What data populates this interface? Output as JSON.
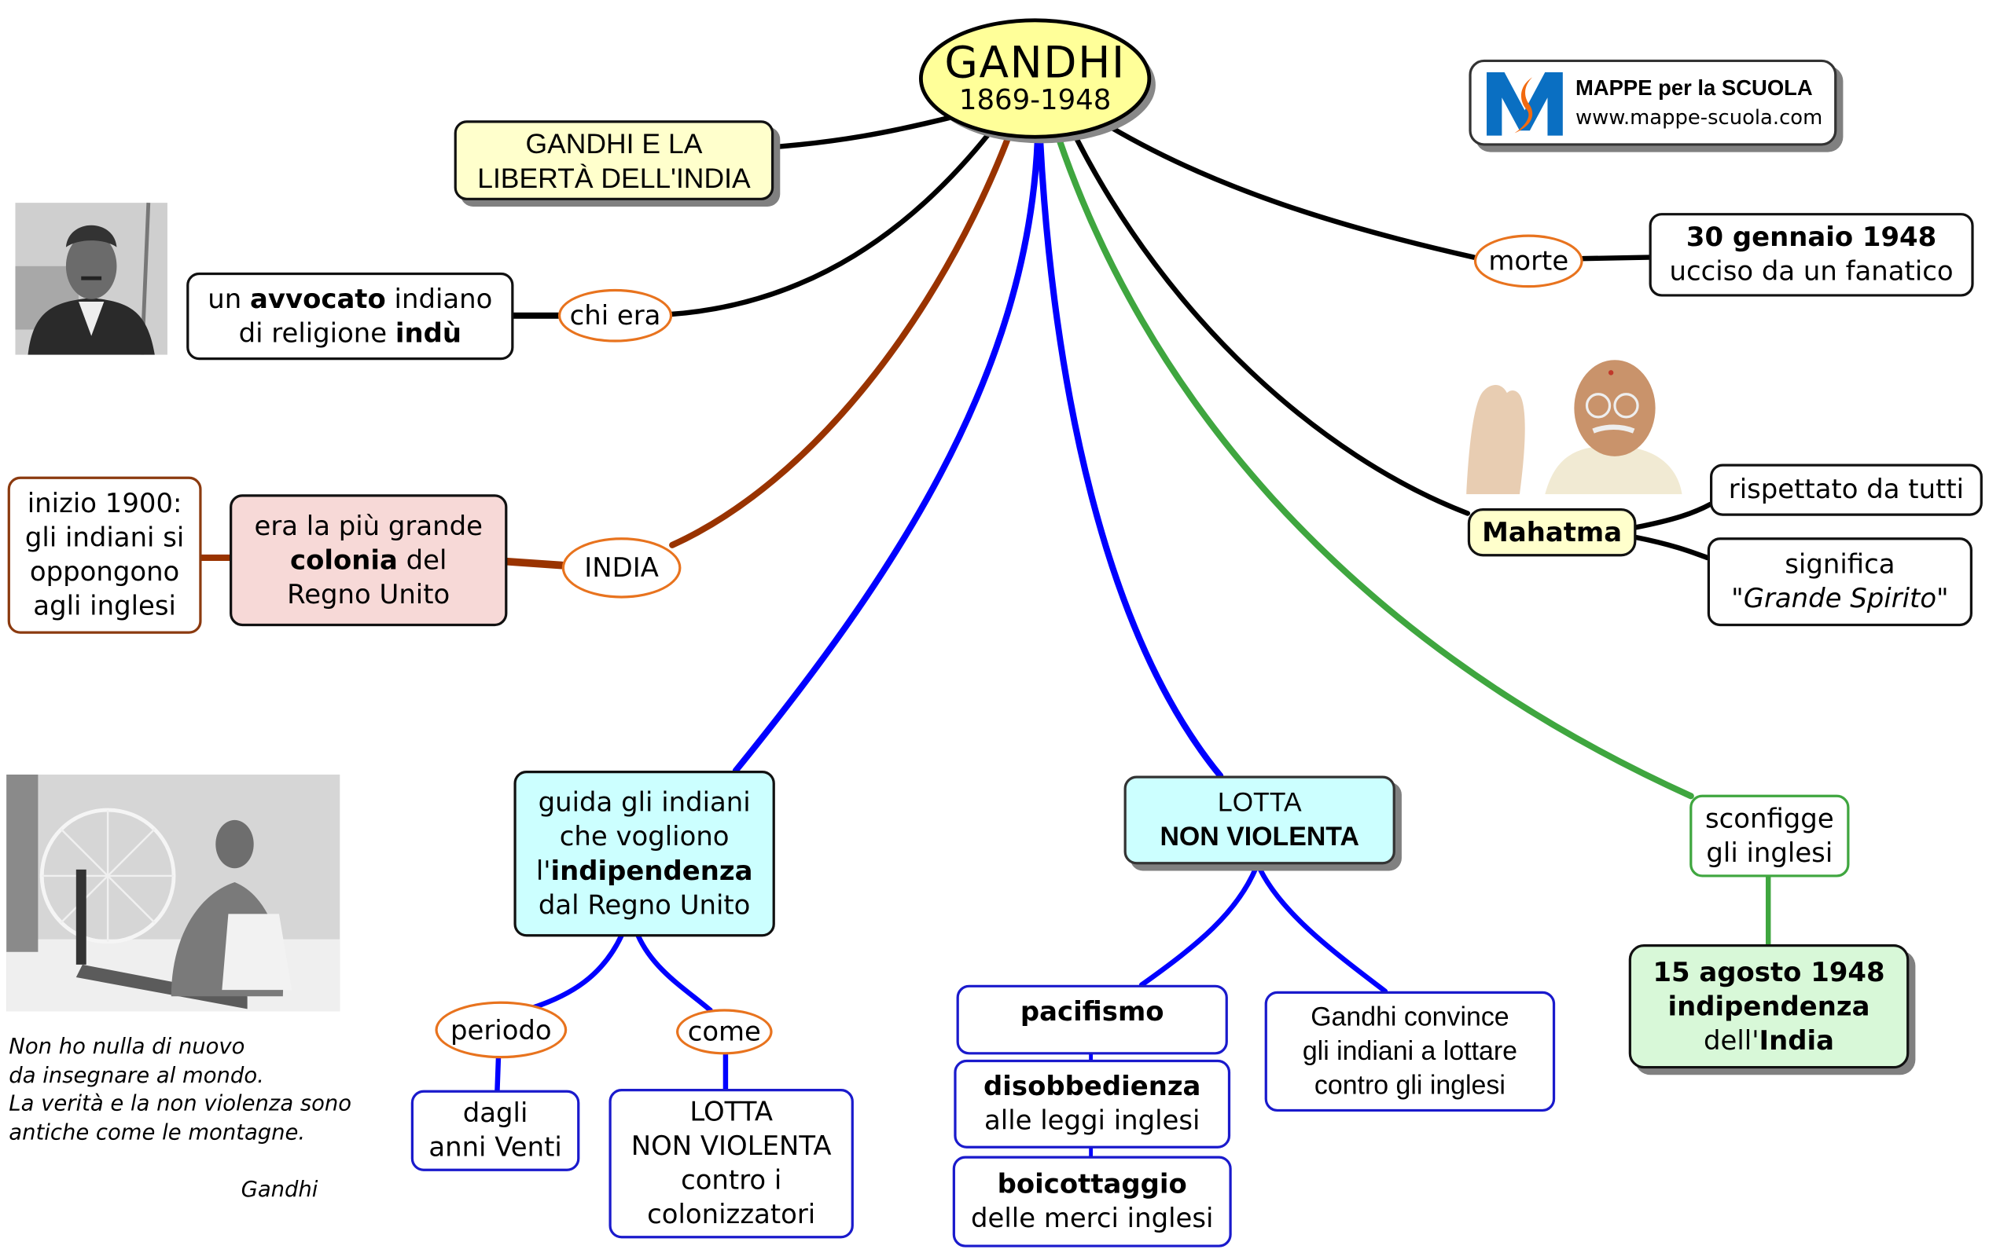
{
  "center": {
    "title": "GANDHI",
    "years": "1869-1948"
  },
  "title_box": {
    "line1": "GANDHI E LA",
    "line2": "LIBERTÀ DELL'INDIA"
  },
  "logo": {
    "brand": "MAPPE per la SCUOLA",
    "url": "www.mappe-scuola.com",
    "colors": {
      "blue": "#0a6fc2",
      "orange": "#f26a10"
    }
  },
  "chi_era": {
    "label": "chi era",
    "text": {
      "a": "un ",
      "b": "avvocato",
      "c": " indiano",
      "d": "di religione ",
      "e": "indù"
    }
  },
  "india": {
    "label": "INDIA",
    "colonia": {
      "l1": "era la più grande",
      "l2b": "colonia",
      "l2": " del",
      "l3": "Regno Unito"
    },
    "inizio": {
      "l1": "inizio 1900:",
      "l2": "gli indiani si",
      "l3": "oppongono",
      "l4": "agli inglesi"
    }
  },
  "morte": {
    "label": "morte",
    "date": "30 gennaio 1948",
    "text": "ucciso da un fanatico"
  },
  "mahatma": {
    "label": "Mahatma",
    "rispettato": "rispettato da tutti",
    "significa": "significa",
    "meaning": "\"Grande Spirito\""
  },
  "guida": {
    "l1": "guida gli indiani",
    "l2": "che vogliono",
    "l3a": "l'",
    "l3b": "indipendenza",
    "l4": "dal Regno Unito",
    "periodo": {
      "label": "periodo",
      "l1": "dagli",
      "l2": "anni Venti"
    },
    "come": {
      "label": "come",
      "l1": "LOTTA",
      "l2": "NON VIOLENTA",
      "l3": "contro i",
      "l4": "colonizzatori"
    }
  },
  "lotta": {
    "l1": "LOTTA",
    "l2": "NON VIOLENTA",
    "pacifismo": "pacifismo",
    "disobbedienza": {
      "b": "disobbedienza",
      "t": "alle leggi inglesi"
    },
    "boicottaggio": {
      "b": "boicottaggio",
      "t": "delle merci inglesi"
    },
    "convince": {
      "l1": "Gandhi convince",
      "l2": "gli indiani a lottare",
      "l3": "contro gli inglesi"
    }
  },
  "sconfigge": {
    "l1": "sconfigge",
    "l2": "gli inglesi",
    "indip": {
      "l1": "15 agosto 1948",
      "l2": "indipendenza",
      "l3a": "dell'",
      "l3b": "India"
    }
  },
  "quote": {
    "l1": "Non ho nulla di nuovo",
    "l2": "da insegnare al mondo.",
    "l3": "La verità e la non violenza sono",
    "l4": "antiche come le montagne.",
    "author": "Gandhi"
  },
  "colors": {
    "brown": "#993300",
    "blue": "#0000ff",
    "green": "#3fa63f",
    "black": "#000000",
    "orange": "#e8731e"
  }
}
